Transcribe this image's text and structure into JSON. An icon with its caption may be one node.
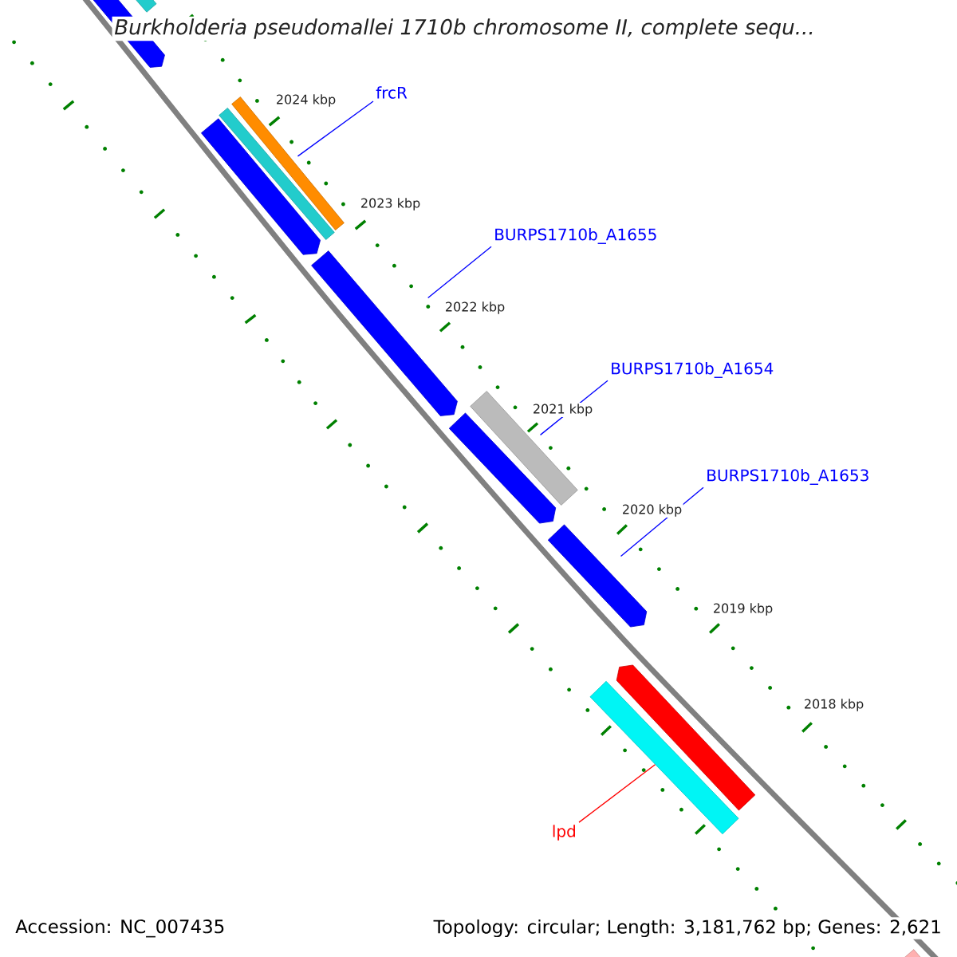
{
  "diagram": {
    "title": "Burkholderia pseudomallei 1710b chromosome II, complete sequ...",
    "nodes": [
      {
        "text": [],
        "shape": "bar"
      },
      {
        "text": [],
        "shape": "bar"
      },
      {
        "text": [
          "frcR"
        ]
      },
      {
        "text": [],
        "shape": "bar"
      },
      {
        "text": [],
        "shape": "bar"
      },
      {
        "text": [],
        "shape": "bar"
      },
      {
        "text": [
          "BURPS1710b_A1655"
        ]
      },
      {
        "text": [],
        "shape": "bar"
      },
      {
        "text": [
          "BURPS1710b_A1654"
        ]
      },
      {
        "text": [],
        "shape": "bar"
      },
      {
        "text": [],
        "shape": "bar"
      },
      {
        "text": [
          "BURPS1710b_A1653"
        ]
      },
      {
        "text": [],
        "shape": "bar"
      },
      {
        "text": [],
        "shape": "bar"
      },
      {
        "text": [],
        "shape": "bar"
      },
      {
        "text": [
          "lpd"
        ]
      },
      {
        "text": [],
        "shape": "bar"
      }
    ],
    "edges": [
      {
        "from": 2,
        "to": 3,
        "arrow": "none"
      },
      {
        "from": 6,
        "to": 7,
        "arrow": "none"
      },
      {
        "from": 8,
        "to": 9,
        "arrow": "none"
      },
      {
        "from": 11,
        "to": 12,
        "arrow": "none"
      },
      {
        "from": 15,
        "to": 14,
        "arrow": "none",
        "color": "#ff0000"
      }
    ],
    "labels": [
      "2024 kbp",
      "2023 kbp",
      "2022 kbp",
      "2021 kbp",
      "2020 kbp",
      "2019 kbp",
      "2018 kbp",
      "Accession: NC_007435",
      "Topology: circular; Length: 3,181,762 bp; Genes: 2,621"
    ]
  }
}
